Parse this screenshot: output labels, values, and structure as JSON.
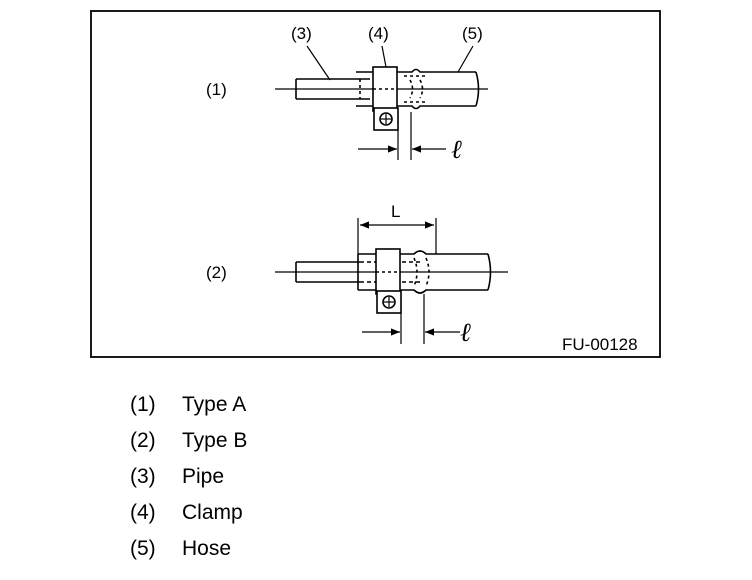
{
  "figure": {
    "code": "FU-00128",
    "rows": [
      {
        "num": "(1)"
      },
      {
        "num": "(2)"
      }
    ],
    "callouts": [
      "(3)",
      "(4)",
      "(5)"
    ],
    "dimension_l_small": "ℓ",
    "dimension_L": "L"
  },
  "legend": [
    {
      "num": "(1)",
      "label": "Type A"
    },
    {
      "num": "(2)",
      "label": "Type B"
    },
    {
      "num": "(3)",
      "label": "Pipe"
    },
    {
      "num": "(4)",
      "label": "Clamp"
    },
    {
      "num": "(5)",
      "label": "Hose"
    }
  ]
}
